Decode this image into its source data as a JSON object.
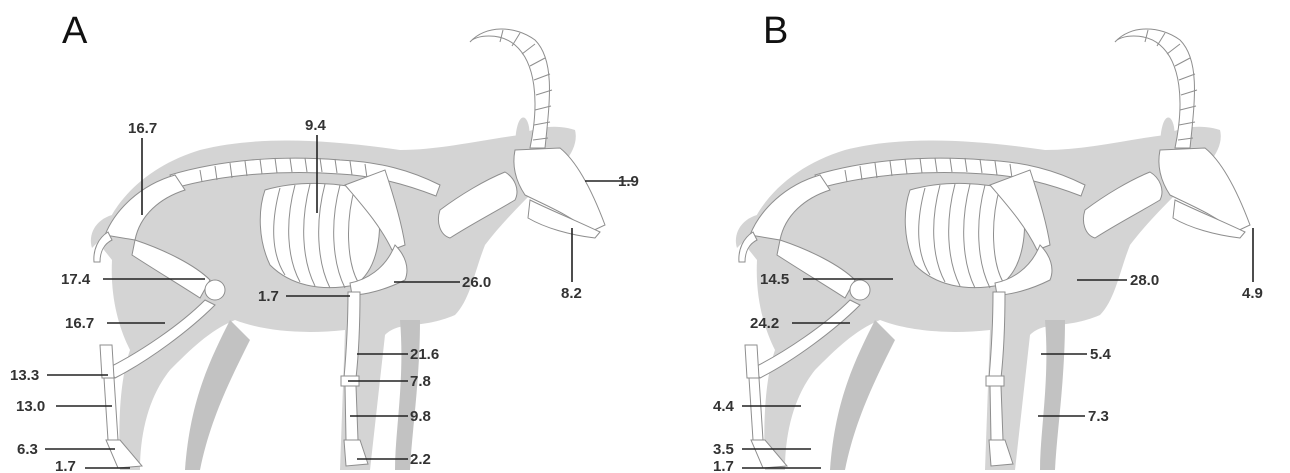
{
  "panels": [
    {
      "letter": "A",
      "labels": {
        "pelvis": "16.7",
        "ribs": "9.4",
        "skull": "1.9",
        "mandible": "8.2",
        "femur_upper": "17.4",
        "humerus": "26.0",
        "scapula_joint": "1.7",
        "femur_lower": "16.7",
        "radius": "21.6",
        "tarsus": "13.3",
        "carpus": "7.8",
        "metatarsus": "13.0",
        "metacarpus": "9.8",
        "hind_phalanx": "6.3",
        "fore_hoof": "2.2",
        "hind_hoof": "1.7"
      }
    },
    {
      "letter": "B",
      "labels": {
        "mandible": "4.9",
        "femur_upper": "14.5",
        "humerus": "28.0",
        "femur_lower": "24.2",
        "radius": "5.4",
        "metatarsus": "4.4",
        "metacarpus": "7.3",
        "hind_phalanx": "3.5",
        "hind_hoof": "1.7"
      }
    }
  ]
}
